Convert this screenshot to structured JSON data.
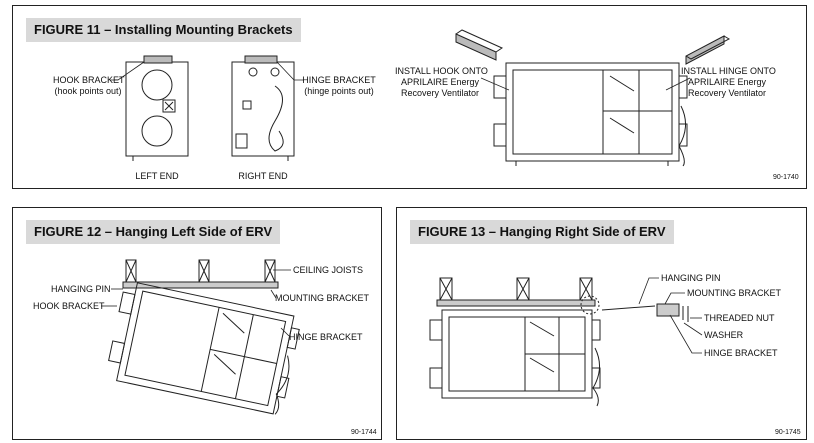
{
  "fig11": {
    "title": "FIGURE 11 – Installing Mounting Brackets",
    "hook_bracket_1": "HOOK BRACKET",
    "hook_bracket_2": "(hook points out)",
    "left_end": "LEFT END",
    "hinge_bracket_1": "HINGE BRACKET",
    "hinge_bracket_2": "(hinge points out)",
    "right_end": "RIGHT END",
    "install_hook_1": "INSTALL HOOK ONTO",
    "install_hook_2": "APRILAIRE Energy",
    "install_hook_3": "Recovery Ventilator",
    "install_hinge_1": "INSTALL HINGE ONTO",
    "install_hinge_2": "APRILAIRE Energy",
    "install_hinge_3": "Recovery Ventilator",
    "code": "90-1740"
  },
  "fig12": {
    "title": "FIGURE 12 – Hanging Left Side of ERV",
    "ceiling_joists": "CEILING JOISTS",
    "hanging_pin": "HANGING PIN",
    "mounting_bracket": "MOUNTING BRACKET",
    "hook_bracket": "HOOK BRACKET",
    "hinge_bracket": "HINGE BRACKET",
    "code": "90-1744"
  },
  "fig13": {
    "title": "FIGURE 13 – Hanging Right Side of ERV",
    "hanging_pin": "HANGING PIN",
    "mounting_bracket": "MOUNTING BRACKET",
    "threaded_nut": "THREADED NUT",
    "washer": "WASHER",
    "hinge_bracket": "HINGE BRACKET",
    "code": "90-1745"
  }
}
